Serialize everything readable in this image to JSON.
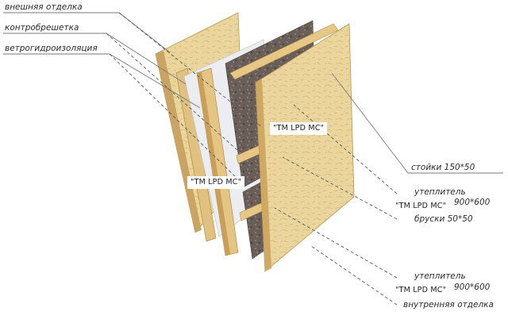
{
  "labels": {
    "exterior_finish": "внешняя отделка",
    "counter_batten": "контробрешетка",
    "wind_barrier": "ветрогидроизоляция",
    "studs": "стойки 150*50",
    "insulation_upper": "утеплитель",
    "insulation_upper_size": "900*600",
    "bars": "бруски 50*50",
    "insulation_lower": "утеплитель",
    "insulation_lower_size": "900*600",
    "interior_finish": "внутренняя отделка"
  },
  "brand_tags": [
    "\"TM LPD MC\"",
    "\"TM LPD MC\"",
    "\"TM LPD MC\"",
    "\"TM LPD MC\""
  ],
  "colors": {
    "osb_light": "#e8d39a",
    "osb_dark": "#d8b874",
    "insulation": "#6a5f58",
    "membrane": "#e9eaee",
    "line": "#5a5a5a"
  }
}
